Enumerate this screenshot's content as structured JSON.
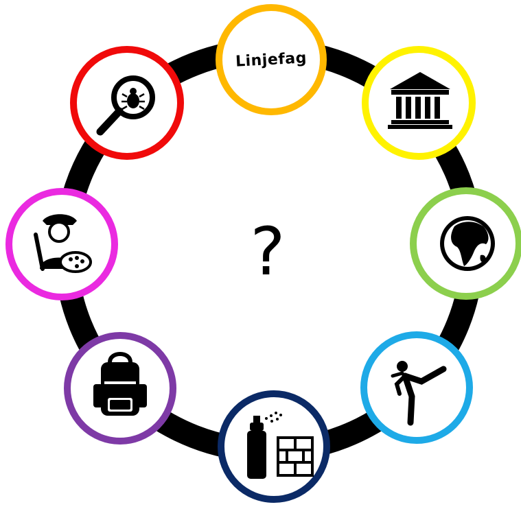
{
  "center": {
    "text": "?"
  },
  "ring": {
    "color": "#000000"
  },
  "nodes": [
    {
      "id": "linjefag",
      "label": "Linjefag",
      "icon": "text-label",
      "color": "#FFB800"
    },
    {
      "id": "history",
      "label": "",
      "icon": "museum-building-icon",
      "color": "#FFF200"
    },
    {
      "id": "geography",
      "label": "",
      "icon": "globe-icon",
      "color": "#8CCF4D"
    },
    {
      "id": "martial-arts",
      "label": "",
      "icon": "karate-kick-icon",
      "color": "#1EAAE7"
    },
    {
      "id": "graffiti",
      "label": "",
      "icon": "spray-can-brick-wall-icon",
      "color": "#0B2A66"
    },
    {
      "id": "backpack",
      "label": "",
      "icon": "backpack-icon",
      "color": "#7E3AA6"
    },
    {
      "id": "art",
      "label": "",
      "icon": "painter-palette-icon",
      "color": "#EA2AE0"
    },
    {
      "id": "investigation",
      "label": "",
      "icon": "magnifier-bug-icon",
      "color": "#F00A0A"
    }
  ]
}
